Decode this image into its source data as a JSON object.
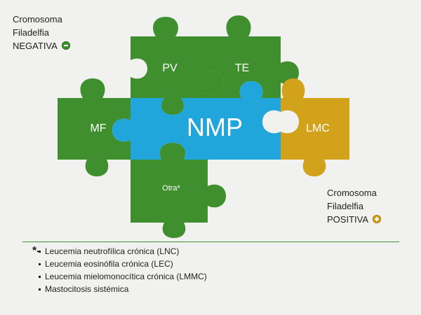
{
  "negative": {
    "lines": [
      "Cromosoma",
      "Filadelfia",
      "NEGATIVA"
    ],
    "badge_icon": "minus-circle-icon",
    "color": "#3f8f2e"
  },
  "positive": {
    "lines": [
      "Cromosoma",
      "Filadelfia",
      "POSITIVA"
    ],
    "badge_icon": "plus-circle-icon",
    "color": "#d3a21b"
  },
  "puzzle": {
    "center": "NMP",
    "pieces": {
      "pv": "PV",
      "te": "TE",
      "mf": "MF",
      "lmc": "LMC",
      "otra": "Otra*"
    },
    "colors": {
      "green": "#3f8f2e",
      "blue": "#21a6dc",
      "yellow": "#d3a21b"
    }
  },
  "footnote": {
    "marker": "*-",
    "items": [
      "Leucemia neutrofílica crónica (LNC)",
      "Leucemia eosinófila crónica (LEC)",
      "Leucemia mielomonocítica crónica (LMMC)",
      "Mastocitosis sistémica"
    ]
  }
}
